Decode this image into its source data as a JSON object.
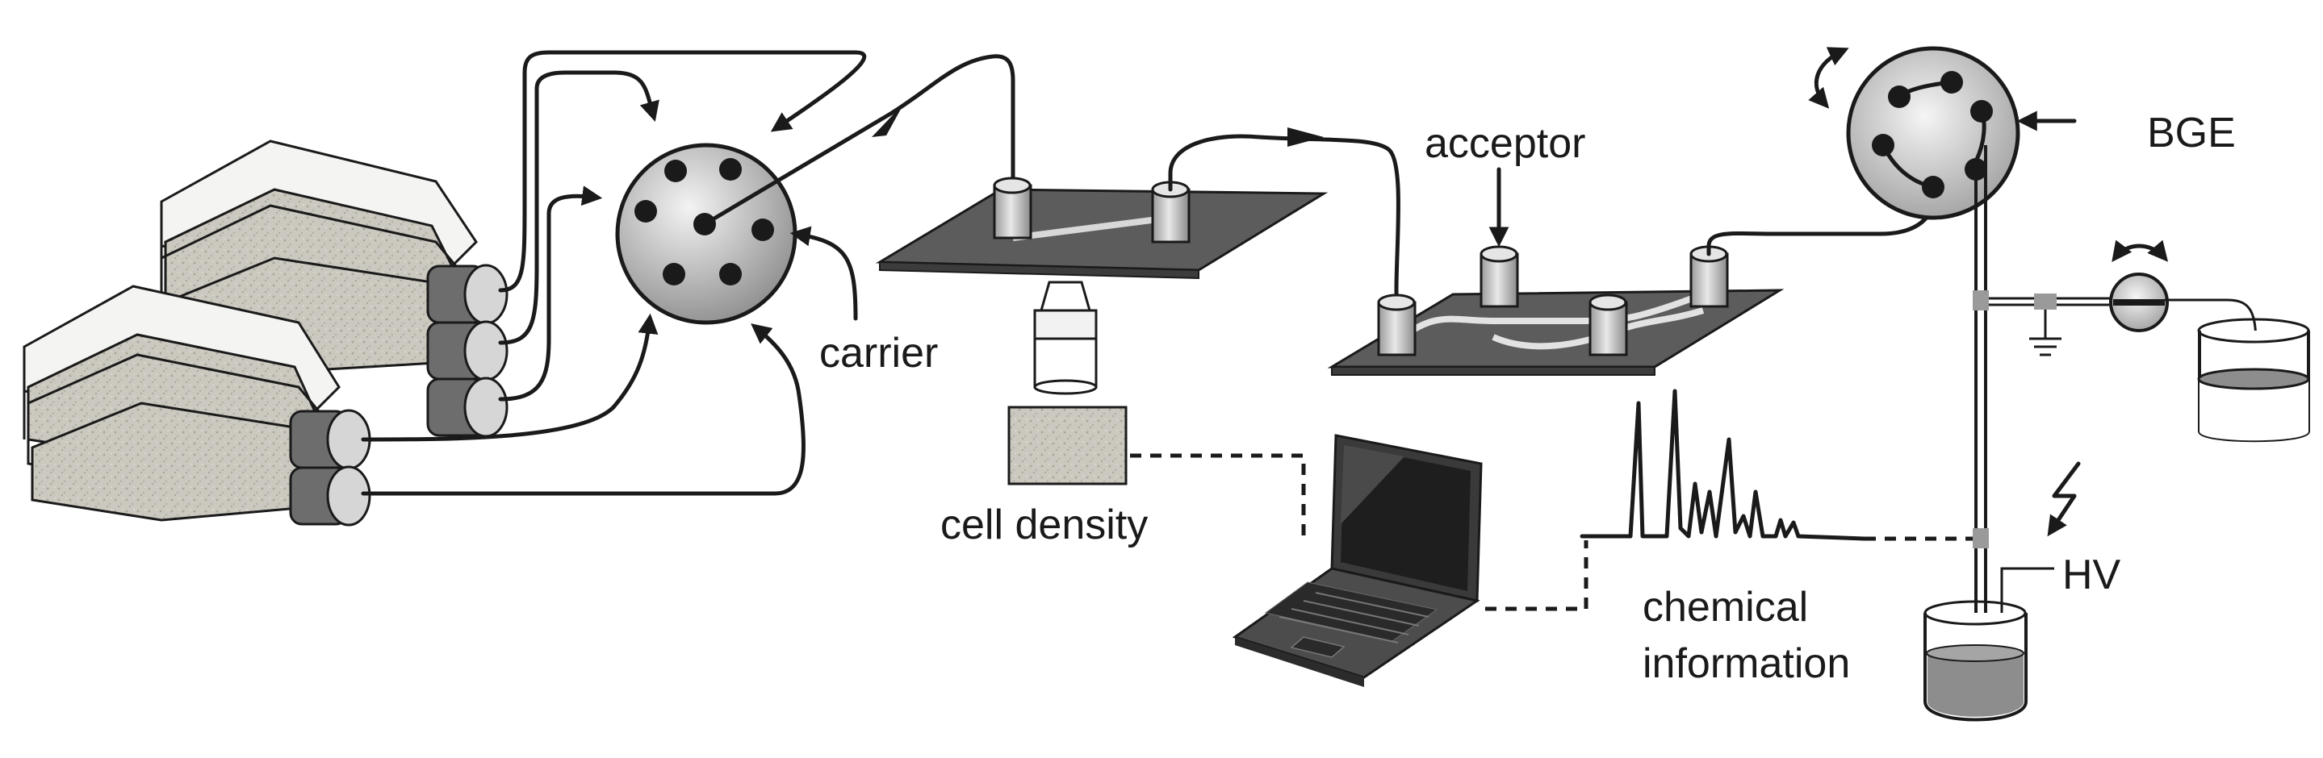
{
  "labels": {
    "carrier": "carrier",
    "acceptor": "acceptor",
    "bge": "BGE",
    "cell_density": "cell density",
    "chemical_line1": "chemical",
    "chemical_line2": "information",
    "hv": "HV"
  },
  "colors": {
    "ink": "#1a1a1a",
    "valve_fill": "#b5b5b5",
    "plate_fill": "#5a5a5a",
    "flask_texture": "#c9c6bd",
    "liquid": "#8d8d8d",
    "port": "#c0c0c0"
  }
}
